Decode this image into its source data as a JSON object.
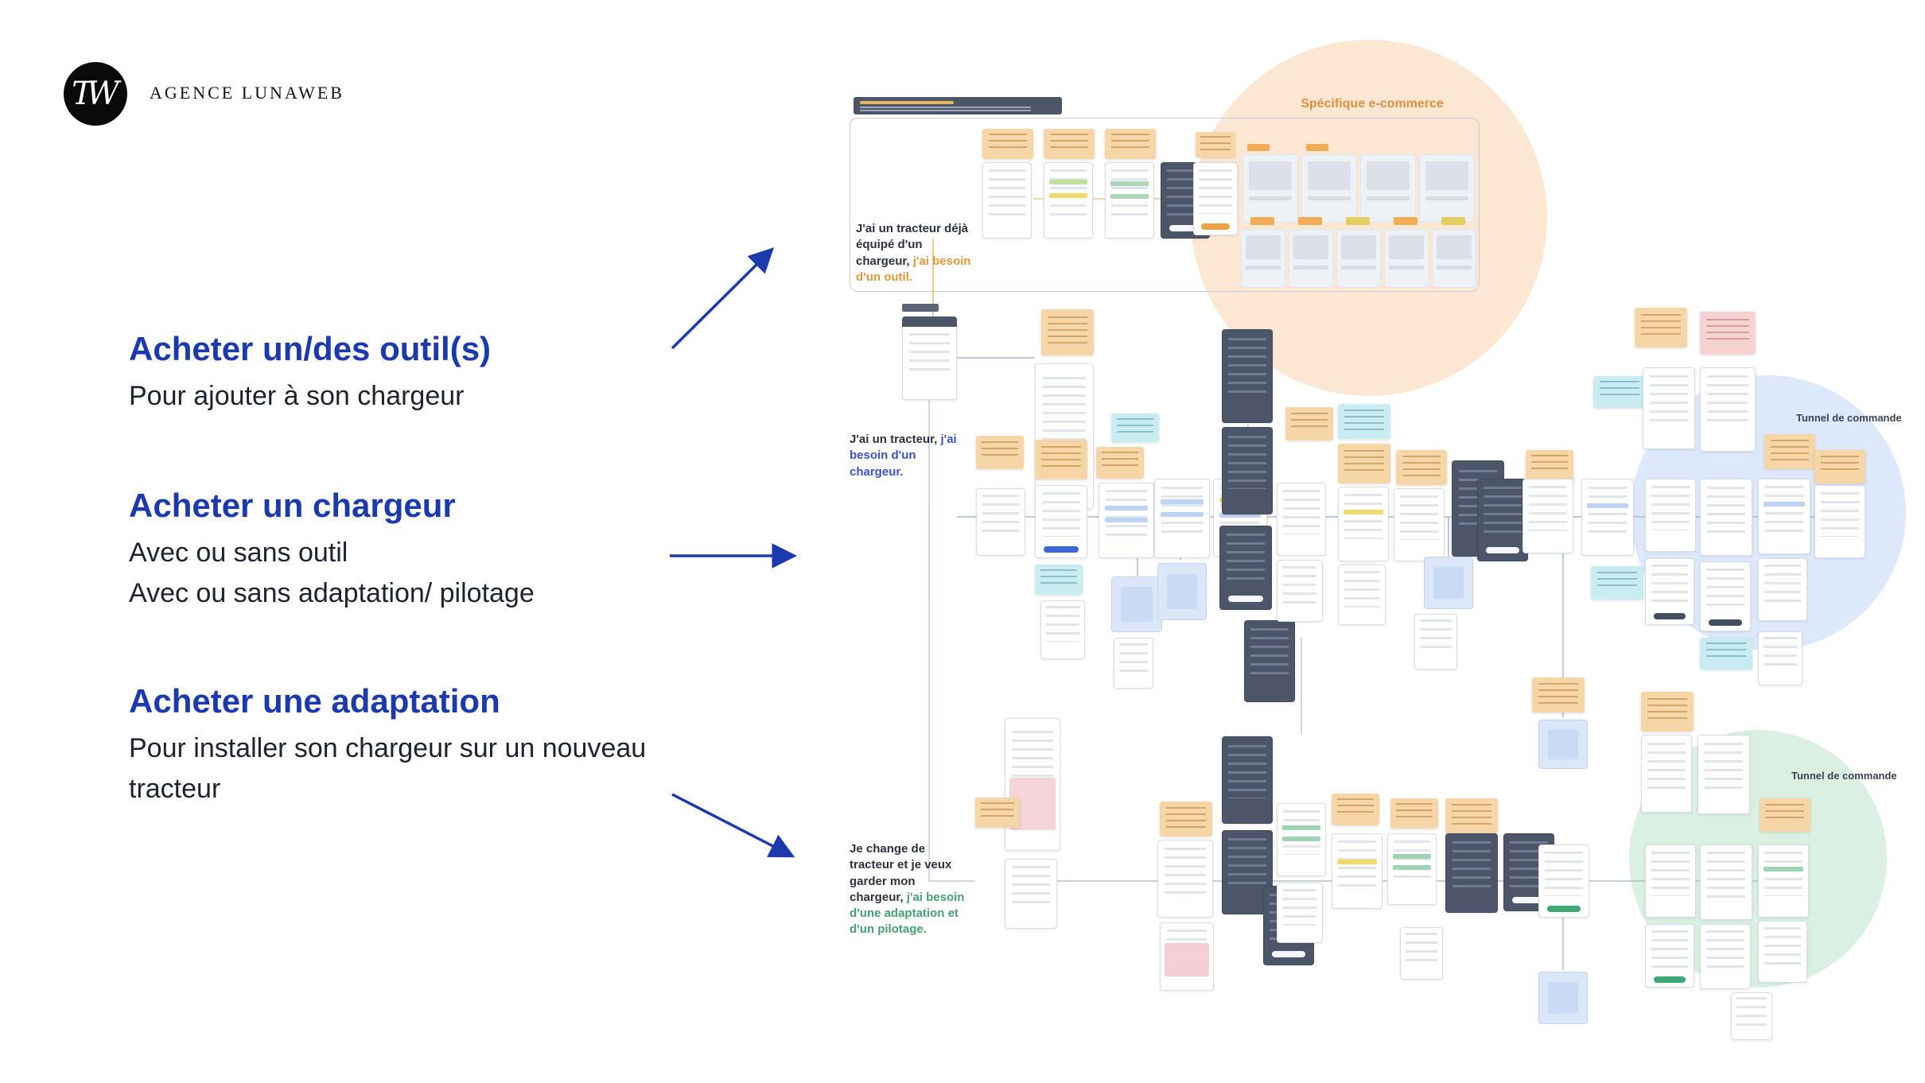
{
  "header": {
    "logo_monogram": "TW",
    "brand": "AGENCE LUNAWEB"
  },
  "sections": [
    {
      "title": "Acheter un/des outil(s)",
      "lines": [
        "Pour ajouter à son chargeur"
      ]
    },
    {
      "title": "Acheter un chargeur",
      "lines": [
        "Avec ou sans outil",
        "Avec ou sans adaptation/ pilotage"
      ]
    },
    {
      "title": "Acheter une adaptation",
      "lines": [
        "Pour installer son chargeur sur un nouveau tracteur"
      ]
    }
  ],
  "diagram": {
    "ecommerce_label": "Spécifique e-commerce",
    "tunnel_label": "Tunnel de commande",
    "personas": [
      {
        "plain": "J'ai un tracteur déjà équipé d'un chargeur,",
        "highlight": "j'ai besoin d'un outil."
      },
      {
        "plain": "J'ai un tracteur,",
        "highlight": "j'ai besoin d'un chargeur."
      },
      {
        "plain": "Je change de tracteur et je veux garder mon chargeur,",
        "highlight": "j'ai besoin d'une adaptation et d'un pilotage."
      }
    ]
  },
  "colors": {
    "accent_blue": "#1b3aae",
    "persona_orange": "#e09a3c",
    "persona_blue": "#3a55cc",
    "persona_green": "#46a173"
  }
}
